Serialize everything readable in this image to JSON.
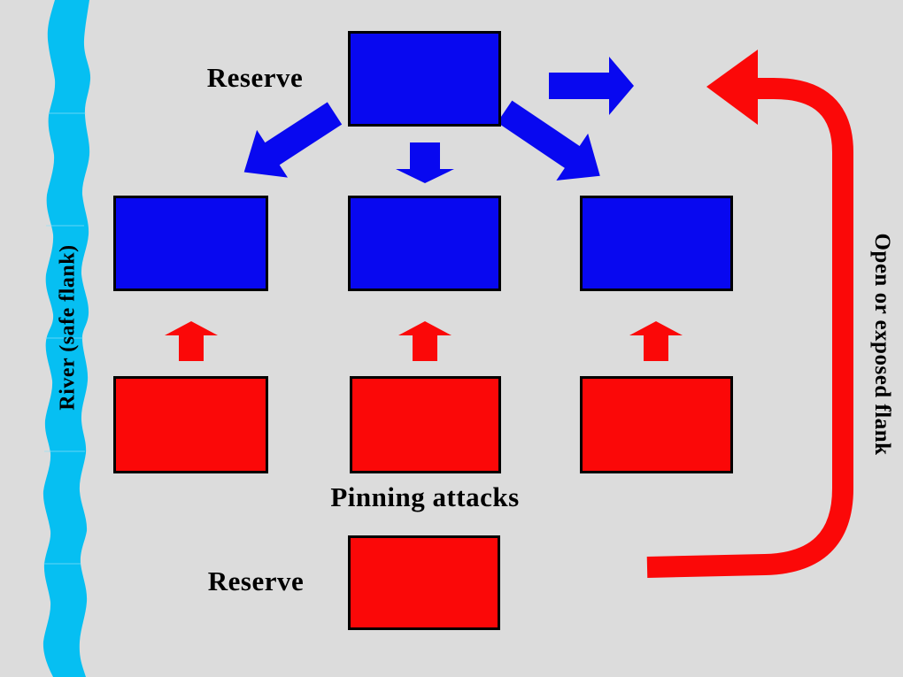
{
  "labels": {
    "top_reserve": "Reserve",
    "bottom_reserve": "Reserve",
    "pinning_attacks": "Pinning attacks",
    "river": "River (safe flank)",
    "open_flank": "Open or exposed flank"
  },
  "colors": {
    "background": "#dcdcdc",
    "blue_force": "#0808f0",
    "red_force": "#fb0808",
    "river": "#06bff2",
    "outline": "#000000",
    "text": "#000000"
  }
}
